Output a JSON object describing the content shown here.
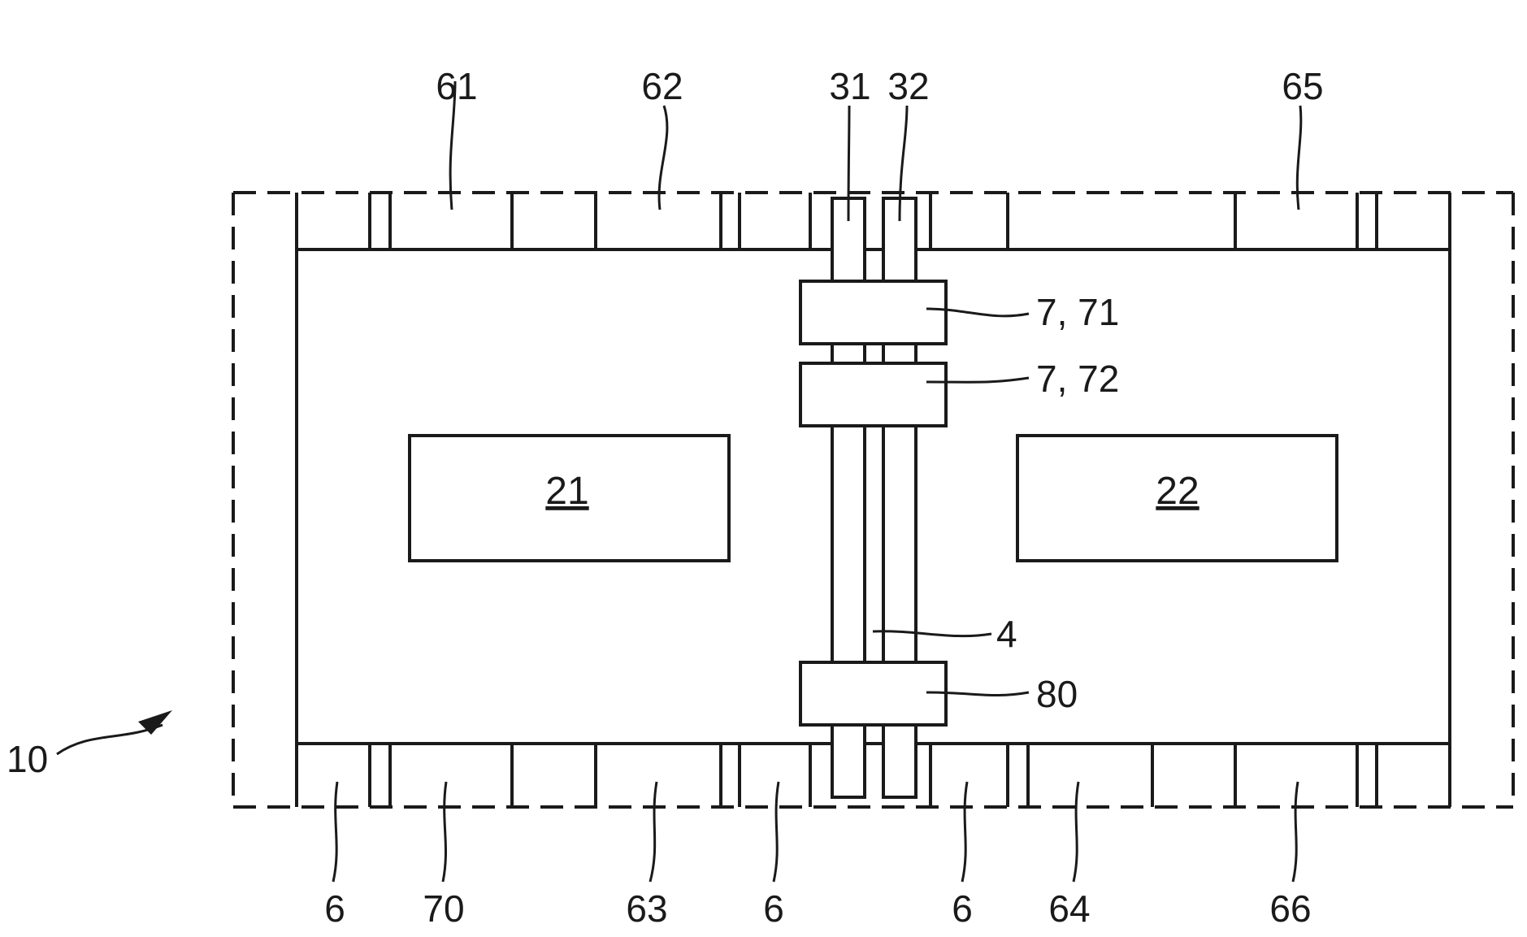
{
  "figure": {
    "reference_label": "10",
    "blocks": {
      "left": "21",
      "right": "22"
    },
    "rails": {
      "left": "31",
      "right": "32"
    },
    "connection": "4",
    "couplers": {
      "upper": "7, 71",
      "lower": "7, 72"
    },
    "bottom_unit": "80",
    "top_labels": [
      "61",
      "62",
      "31",
      "32",
      "65"
    ],
    "bottom_labels": [
      "6",
      "70",
      "63",
      "6",
      "6",
      "64",
      "66"
    ],
    "colors": {
      "line": "#1a1a1a",
      "background": "#ffffff"
    }
  }
}
